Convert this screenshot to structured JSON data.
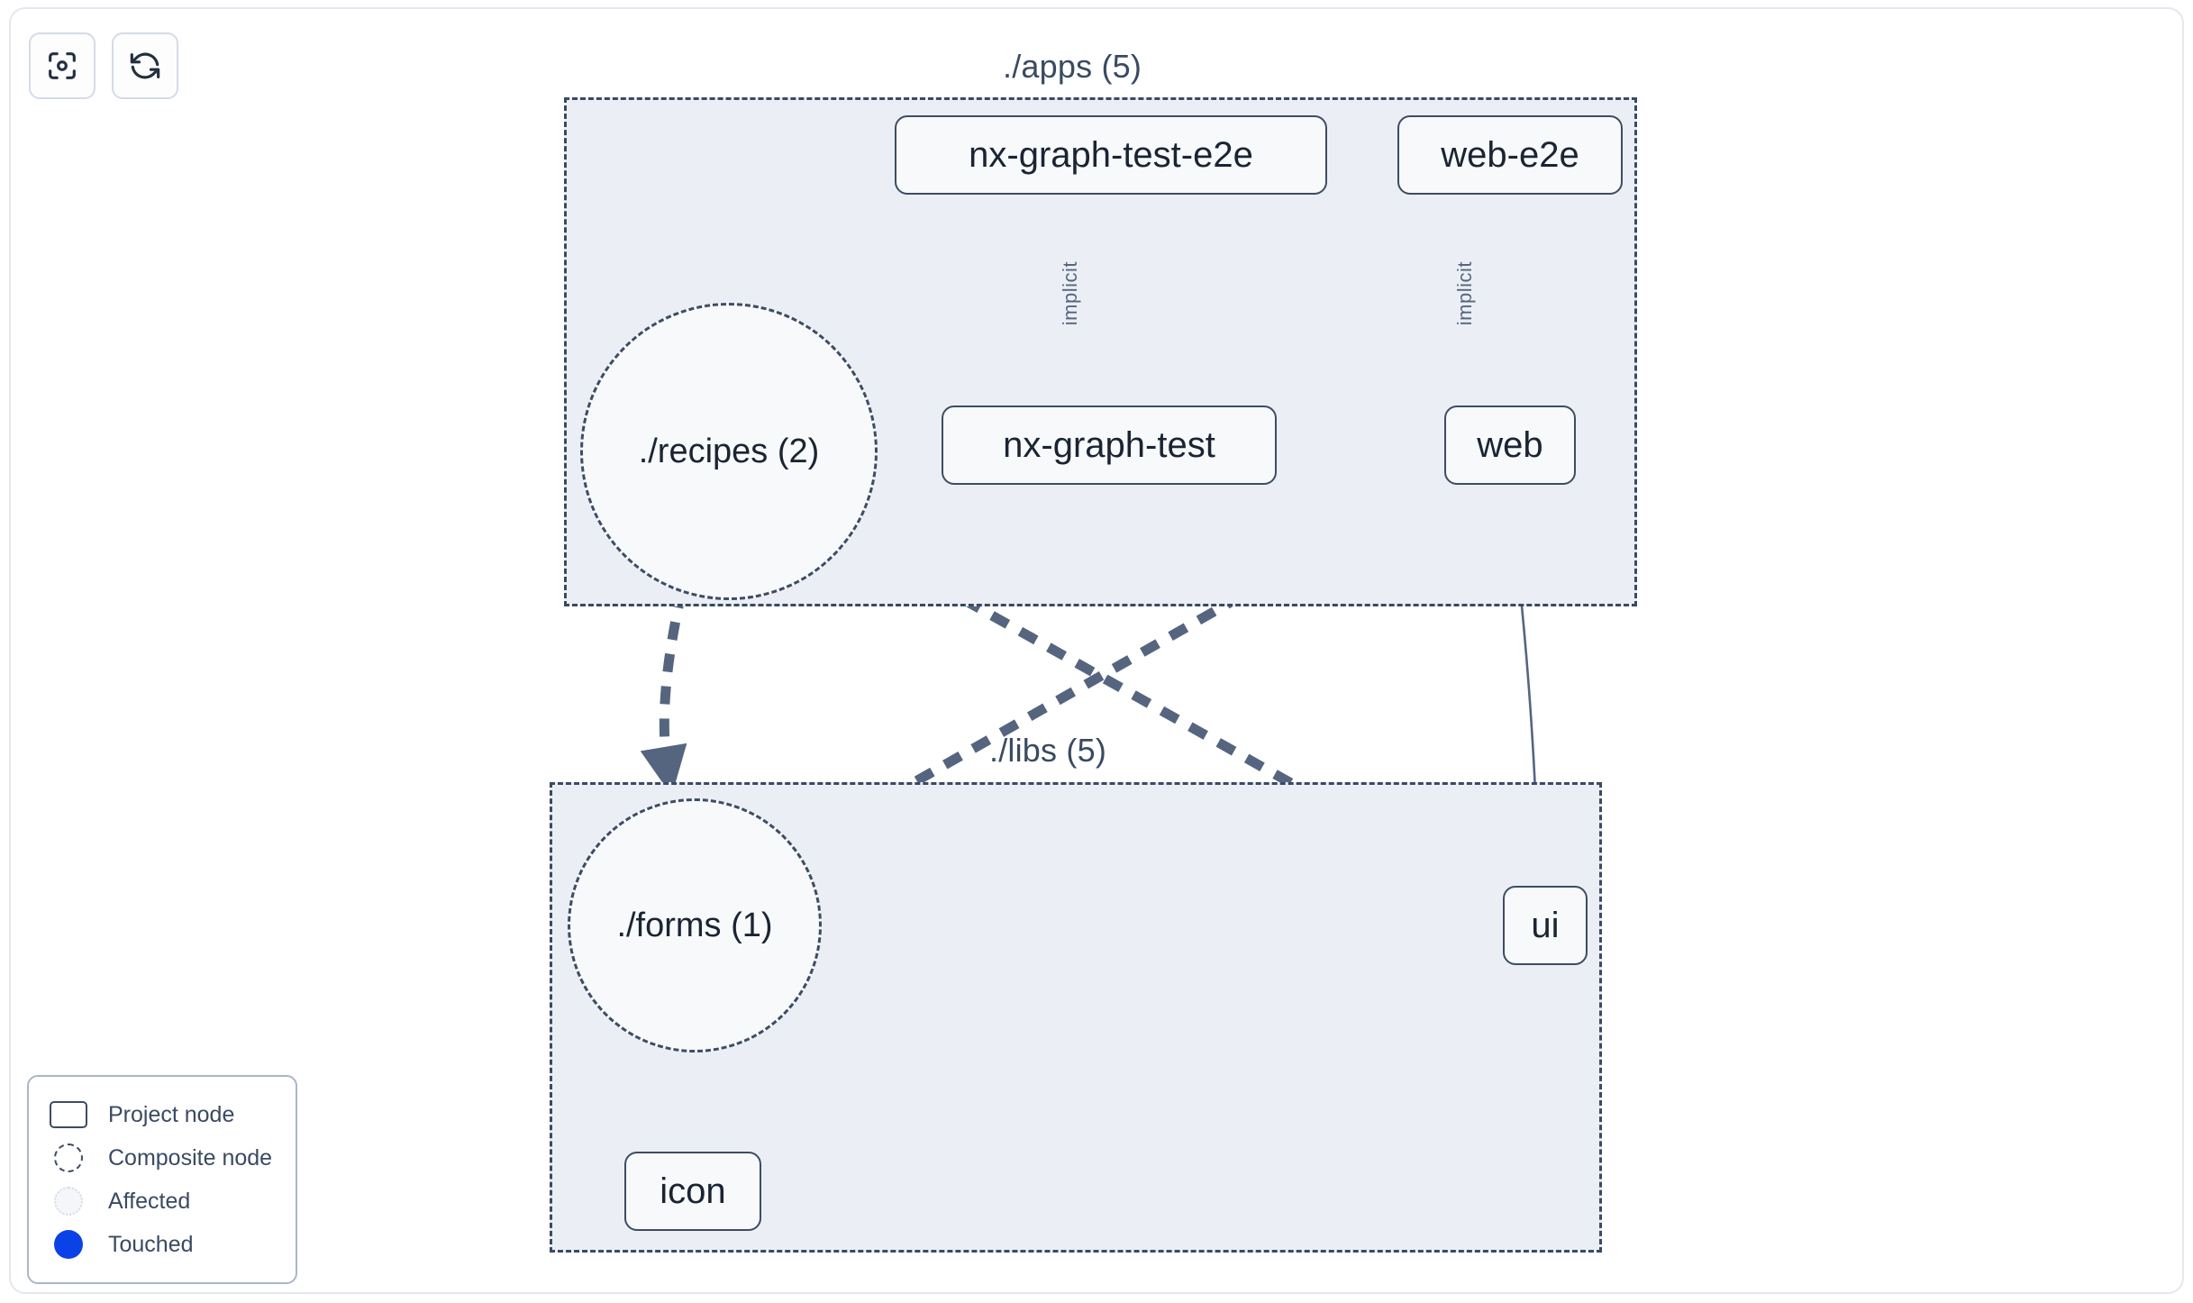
{
  "app": {
    "background": "#ffffff",
    "accent": "#0b42e8",
    "node_border": "#3e4c63",
    "group_border": "#3a4a61",
    "group_fill": "#ebeff5",
    "edge_color": "#56657f"
  },
  "toolbar": {
    "buttons": [
      {
        "name": "focus-graph-button",
        "icon": "focus-icon",
        "label": ""
      },
      {
        "name": "refresh-graph-button",
        "icon": "refresh-icon",
        "label": ""
      }
    ]
  },
  "groups": [
    {
      "id": "apps",
      "label": "./apps (5)"
    },
    {
      "id": "libs",
      "label": "./libs (5)"
    }
  ],
  "nodes": {
    "nx_graph_test_e2e": "nx-graph-test-e2e",
    "web_e2e": "web-e2e",
    "nx_graph_test": "nx-graph-test",
    "web": "web",
    "recipes": "./recipes (2)",
    "forms": "./forms (1)",
    "ui": "ui",
    "icon": "icon"
  },
  "edges": [
    {
      "from": "nx-graph-test-e2e",
      "to": "nx-graph-test",
      "label": "implicit",
      "style": "solid"
    },
    {
      "from": "web-e2e",
      "to": "web",
      "label": "implicit",
      "style": "solid"
    },
    {
      "from": "./recipes (2)",
      "to": "./forms (1)",
      "label": "",
      "style": "dashed"
    },
    {
      "from": "./recipes (2)",
      "to": "ui",
      "label": "",
      "style": "dashed"
    },
    {
      "from": "web",
      "to": "./forms (1)",
      "label": "",
      "style": "dashed"
    },
    {
      "from": "web",
      "to": "ui",
      "label": "",
      "style": "solid"
    },
    {
      "from": "./forms (1)",
      "to": "icon",
      "label": "",
      "style": "dashed"
    }
  ],
  "edge_labels": {
    "implicit_1": "implicit",
    "implicit_2": "implicit"
  },
  "legend": {
    "items": [
      {
        "swatch": "project-node-swatch",
        "label": "Project node"
      },
      {
        "swatch": "composite-node-swatch",
        "label": "Composite node"
      },
      {
        "swatch": "affected-swatch",
        "label": "Affected"
      },
      {
        "swatch": "touched-swatch",
        "label": "Touched"
      }
    ]
  }
}
